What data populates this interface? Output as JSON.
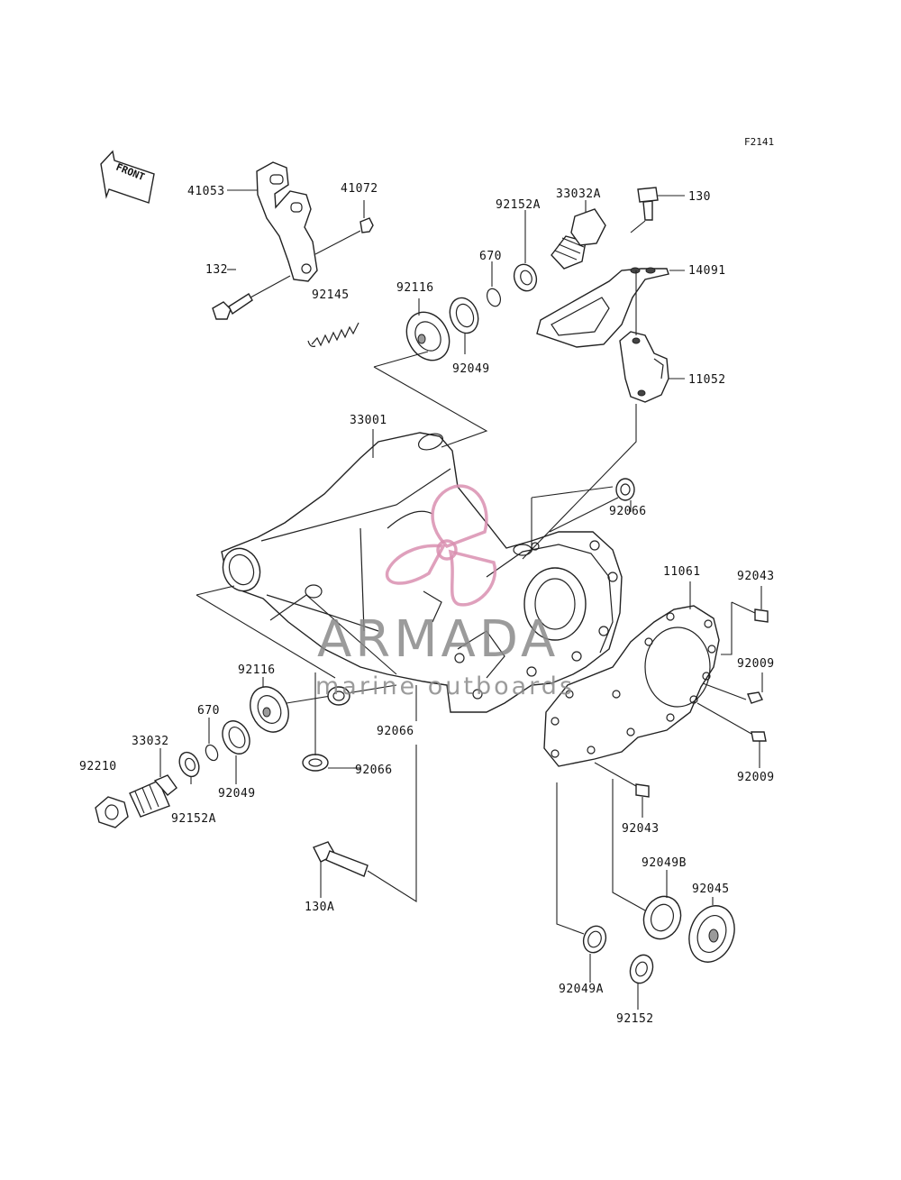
{
  "diagram_code": "F2141",
  "direction_label": "FRONT",
  "watermark": {
    "brand": "ARMADA",
    "tagline": "marine outboards",
    "logo_color": "#d98fb0",
    "text_color": "#8a8a8a"
  },
  "parts": {
    "p41053": "41053",
    "p41072": "41072",
    "p132": "132",
    "p92145": "92145",
    "p92116_top": "92116",
    "p92049_top": "92049",
    "p670_top": "670",
    "p92152A_top": "92152A",
    "p33032A": "33032A",
    "p130": "130",
    "p14091": "14091",
    "p11052": "11052",
    "p33001": "33001",
    "p92066_right": "92066",
    "p11061": "11061",
    "p92043_top": "92043",
    "p92009_a": "92009",
    "p92009_b": "92009",
    "p92043_bot": "92043",
    "p92116_left": "92116",
    "p670_left": "670",
    "p33032": "33032",
    "p92210": "92210",
    "p92049_left": "92049",
    "p92152A_left": "92152A",
    "p92066_mid": "92066",
    "p92066_low": "92066",
    "p130A": "130A",
    "p92049B": "92049B",
    "p92045": "92045",
    "p92049A": "92049A",
    "p92152": "92152"
  }
}
